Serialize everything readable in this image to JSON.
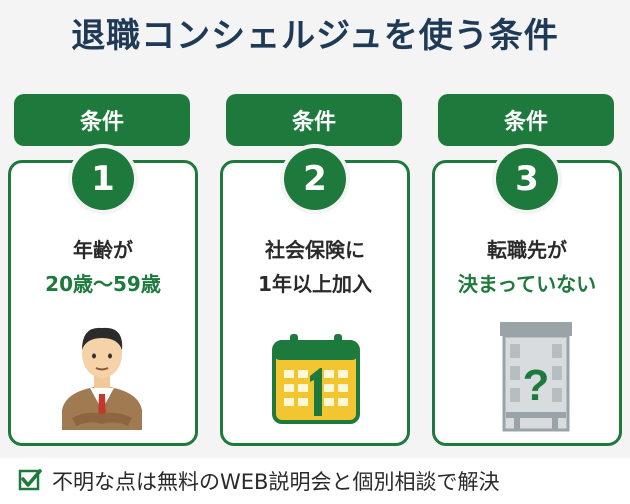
{
  "title": "退職コンシェルジュを使う条件",
  "conditions": [
    {
      "tab_label": "条件",
      "number": "1",
      "line1": "年齢が",
      "line2": "20歳〜59歳",
      "illustration": "businessman-icon"
    },
    {
      "tab_label": "条件",
      "number": "2",
      "line1": "社会保険に",
      "line2": "1年以上加入",
      "illustration": "calendar-icon"
    },
    {
      "tab_label": "条件",
      "number": "3",
      "line1": "転職先が",
      "line2": "決まっていない",
      "illustration": "building-question-icon"
    }
  ],
  "footer": {
    "icon": "checkbox-checked-icon",
    "text": "不明な点は無料のWEB説明会と個別相談で解決"
  },
  "colors": {
    "accent": "#1e7a3c",
    "title": "#1f3a56",
    "background": "#f4f4f4"
  }
}
